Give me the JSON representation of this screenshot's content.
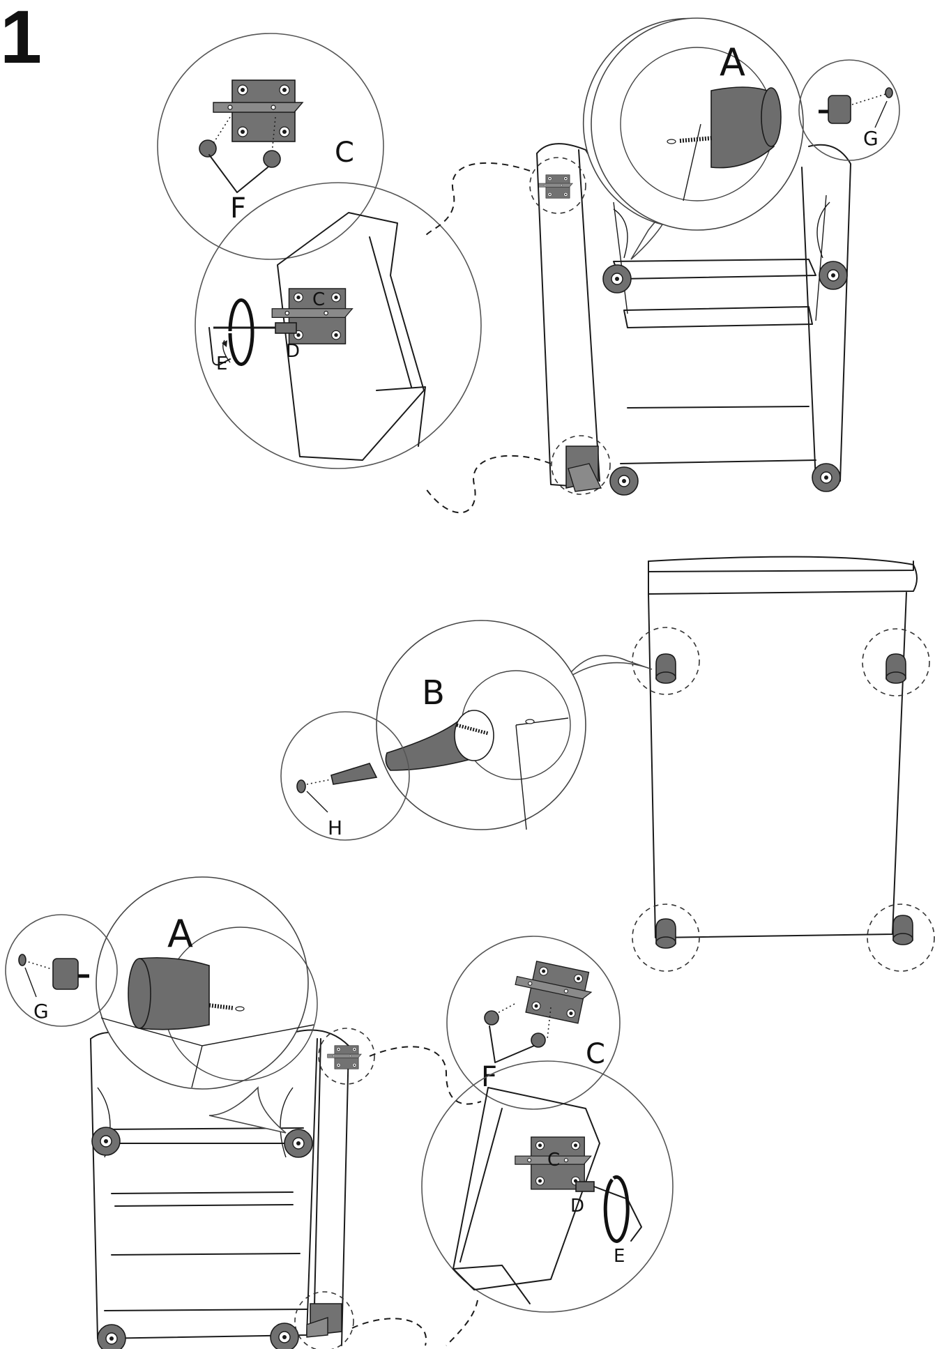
{
  "step": {
    "number": "1"
  },
  "labels": {
    "A": "A",
    "B": "B",
    "C": "C",
    "D": "D",
    "E": "E",
    "F": "F",
    "G": "G",
    "H": "H"
  },
  "colors": {
    "line": "#1a1a1a",
    "part_fill": "#6d6d6d",
    "background": "#ffffff"
  }
}
